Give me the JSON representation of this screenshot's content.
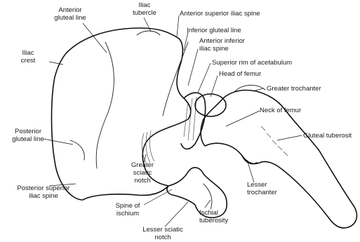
{
  "labels": {
    "iliac_tubercle": [
      "Iliac",
      "tubercle"
    ],
    "anterior_gluteal_line": [
      "Anterior",
      "gluteal line"
    ],
    "anterior_superior_iliac_spine": [
      "Anterior superior iliac spine"
    ],
    "inferior_gluteal_line": [
      "Inferior gluteal line"
    ],
    "anterior_inferior_iliac_spine": [
      "Anterior inferior",
      "iliac spine"
    ],
    "iliac_crest": [
      "Iliac",
      "crest"
    ],
    "superior_rim_of_acetabulum": [
      "Superior rim of acetabulum"
    ],
    "head_of_femur": [
      "Head of femur"
    ],
    "greater_trochanter": [
      "Greater trochanter"
    ],
    "neck_of_femur": [
      "Neck of femur"
    ],
    "gluteal_tuberosity": [
      "Gluteal tuberosit"
    ],
    "posterior_gluteal_line": [
      "Posterior",
      "gluteal line"
    ],
    "greater_sciatic_notch": [
      "Greater",
      "sciatic",
      "notch"
    ],
    "lesser_trochanter": [
      "Lesser",
      "trochanter"
    ],
    "posterior_superior_iliac_spine": [
      "Posterior superior",
      "iliac spine"
    ],
    "spine_of_ischium": [
      "Spine of",
      "ischium"
    ],
    "ischial_tuberosity": [
      "Ischial",
      "tuberosity"
    ],
    "lesser_sciatic_notch": [
      "Lesser sciatic",
      "notch"
    ]
  }
}
